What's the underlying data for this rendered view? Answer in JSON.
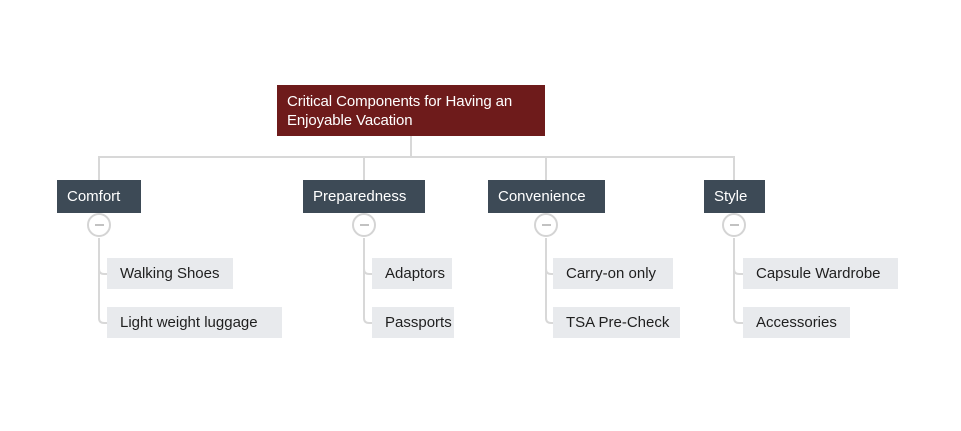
{
  "diagram": {
    "type": "mindmap-org-chart",
    "root": {
      "label": "Critical Components for Having an Enjoyable Vacation"
    },
    "branches": [
      {
        "label": "Comfort",
        "toggle": {
          "state": "expanded",
          "icon": "minus-icon"
        },
        "children": [
          {
            "label": "Walking Shoes"
          },
          {
            "label": "Light weight luggage"
          }
        ]
      },
      {
        "label": "Preparedness",
        "toggle": {
          "state": "expanded",
          "icon": "minus-icon"
        },
        "children": [
          {
            "label": "Adaptors"
          },
          {
            "label": "Passports"
          }
        ]
      },
      {
        "label": "Convenience",
        "toggle": {
          "state": "expanded",
          "icon": "minus-icon"
        },
        "children": [
          {
            "label": "Carry-on only"
          },
          {
            "label": "TSA Pre-Check"
          }
        ]
      },
      {
        "label": "Style",
        "toggle": {
          "state": "expanded",
          "icon": "minus-icon"
        },
        "children": [
          {
            "label": "Capsule Wardrobe"
          },
          {
            "label": "Accessories"
          }
        ]
      }
    ],
    "colors": {
      "root_bg": "#6E1B1B",
      "root_text": "#FFFFFF",
      "branch_bg": "#3D4A56",
      "branch_text": "#FFFFFF",
      "leaf_bg": "#E8EAED",
      "leaf_text": "#1F1F1F",
      "connector": "#D8D8D8",
      "toggle_border": "#D4D4D4"
    }
  }
}
